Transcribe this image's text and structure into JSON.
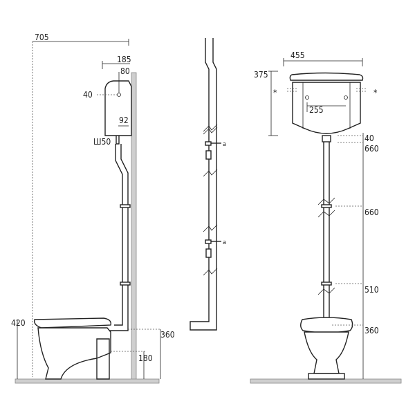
{
  "side_view": {
    "dims": {
      "total_height": "705",
      "tank_depth": "185",
      "wall_offset": "80",
      "inlet": "40",
      "outlet_offset": "92",
      "pipe_diameter": "Ш50",
      "bowl_height": "420",
      "outlet_height": "360",
      "floor_outlet": "180"
    }
  },
  "pipe_view": {
    "fastener_labels": [
      "a",
      "a"
    ]
  },
  "front_view": {
    "dims": {
      "tank_width": "455",
      "tank_height": "375",
      "fixing_spacing": "255",
      "pipe_top": "40",
      "segment_1": "660",
      "segment_2": "660",
      "segment_3": "510",
      "bowl_height": "360"
    },
    "note_marks": [
      "*",
      "*"
    ]
  },
  "colors": {
    "line": "#222222",
    "wall": "#cfcfcf"
  }
}
